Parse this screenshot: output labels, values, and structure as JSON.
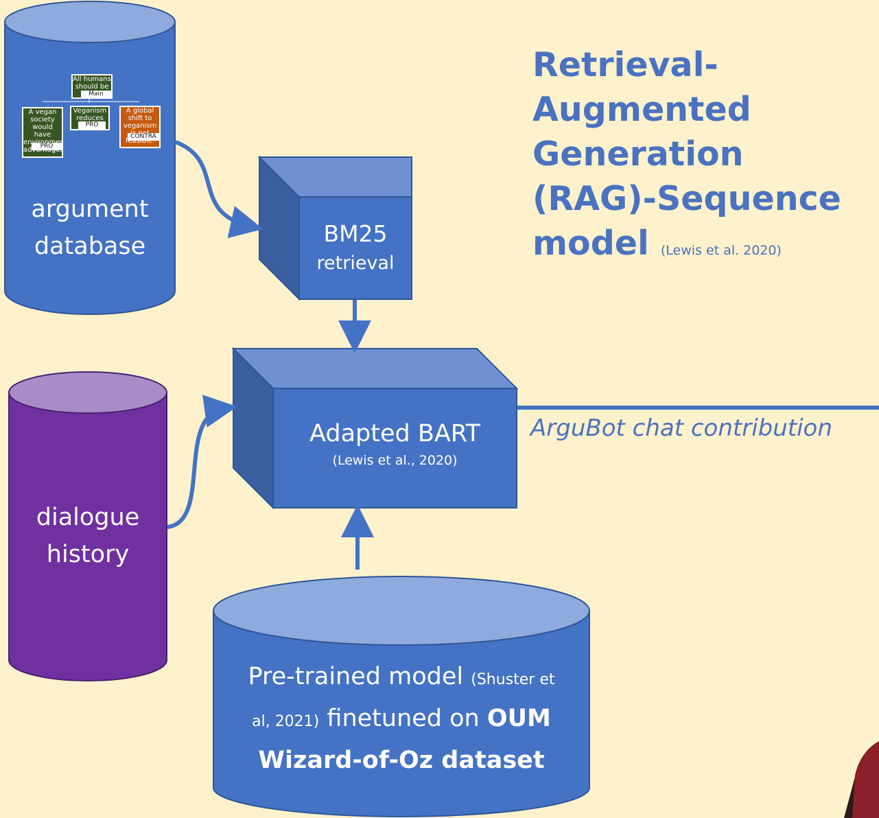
{
  "title": {
    "line1": "Retrieval-",
    "line2": "Augmented",
    "line3": "Generation",
    "line4": "(RAG)-Sequence",
    "line5": "model",
    "citation": "(Lewis et al. 2020)"
  },
  "argument_db": {
    "label_line1": "argument",
    "label_line2": "database",
    "mini_map": {
      "top_claim": "All humans should be vegan",
      "main_claim_tag": "Main claim",
      "left_claim": "A vegan society would have environmental advantages.",
      "left_tag": "PRO",
      "middle_claim": "Veganism reduces",
      "middle_tag": "PRO",
      "right_claim": "A global shift to veganism is not feasible.",
      "right_tag": "CONTRA"
    }
  },
  "bm25": {
    "line1": "BM25",
    "line2": "retrieval"
  },
  "dialogue": {
    "line1": "dialogue",
    "line2": "history"
  },
  "bart": {
    "name": "Adapted BART",
    "citation": "(Lewis et al., 2020)"
  },
  "pretrained": {
    "part1": "Pre-trained model",
    "citation_a": "(Shuster et",
    "citation_b": "al, 2021)",
    "part2": "finetuned on",
    "bold1": "OUM",
    "bold2": "Wizard-of-Oz dataset"
  },
  "output_label": "ArguBot chat contribution",
  "colors": {
    "background": "#fef2cd",
    "blue": "#4472c4",
    "blue_light": "#8faadc",
    "blue_dark": "#2f5597",
    "purple": "#7030a0",
    "purple_light": "#a98bc8",
    "title_blue": "#4a72c0",
    "green": "#375623",
    "orange": "#c55a11"
  }
}
